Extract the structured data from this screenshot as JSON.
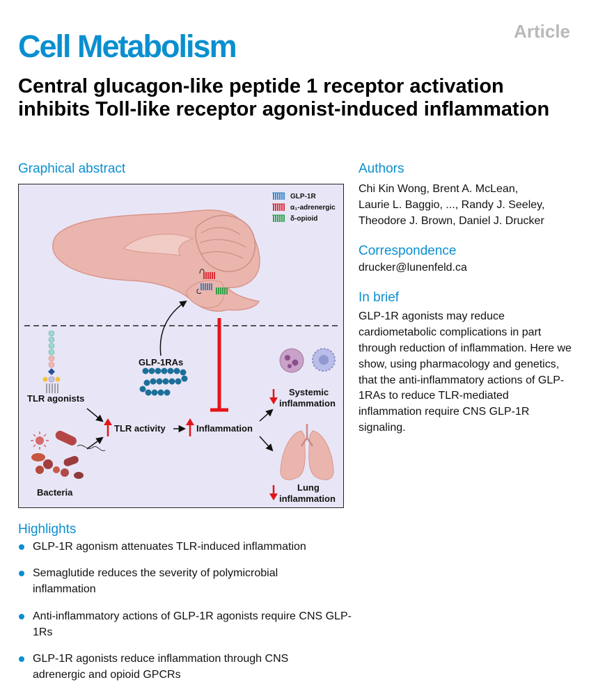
{
  "header": {
    "article_label": "Article",
    "journal": "Cell Metabolism",
    "title": "Central glucagon-like peptide 1 receptor activation inhibits Toll-like receptor agonist-induced inflammation"
  },
  "graphical_abstract": {
    "heading": "Graphical abstract",
    "legend": [
      "GLP-1R",
      "α₁-adrenergic",
      "δ-opioid"
    ],
    "labels": {
      "glp1ras": "GLP-1RAs",
      "tlr_agonists": "TLR agonists",
      "bacteria": "Bacteria",
      "tlr_activity": "TLR activity",
      "inflammation": "Inflammation",
      "systemic_1": "Systemic",
      "systemic_2": "inflammation",
      "lung_1": "Lung",
      "lung_2": "inflammation"
    },
    "colors": {
      "background": "#e8e6f6",
      "brain": "#eab5ad",
      "arrow_red": "#e3141a",
      "glp1r": "#2a7fc0",
      "adrenergic": "#d8202a",
      "opioid": "#1e9a3c"
    }
  },
  "authors": {
    "heading": "Authors",
    "lines": [
      "Chi Kin Wong, Brent A. McLean,",
      "Laurie L. Baggio, ..., Randy J. Seeley,",
      "Theodore J. Brown, Daniel J. Drucker"
    ]
  },
  "correspondence": {
    "heading": "Correspondence",
    "email": "drucker@lunenfeld.ca"
  },
  "in_brief": {
    "heading": "In brief",
    "text": "GLP-1R agonists may reduce cardiometabolic complications in part through reduction of inflammation. Here we show, using pharmacology and genetics, that the anti-inflammatory actions of GLP-1RAs to reduce TLR-mediated inflammation require CNS GLP-1R signaling."
  },
  "highlights": {
    "heading": "Highlights",
    "items": [
      "GLP-1R agonism attenuates TLR-induced inflammation",
      "Semaglutide reduces the severity of polymicrobial inflammation",
      "Anti-inflammatory actions of GLP-1R agonists require CNS GLP-1Rs",
      "GLP-1R agonists reduce inflammation through CNS adrenergic and opioid GPCRs"
    ]
  }
}
